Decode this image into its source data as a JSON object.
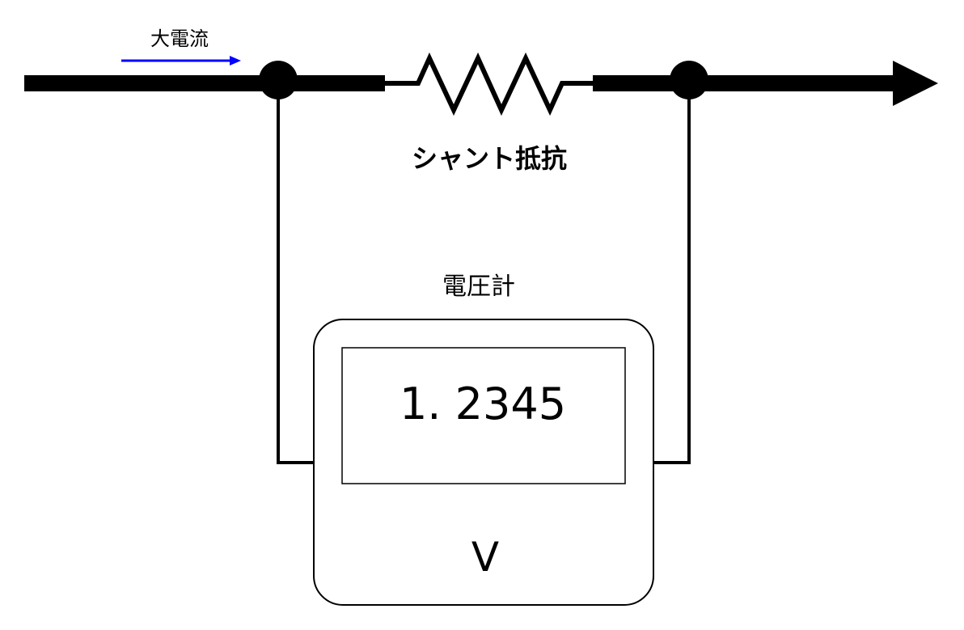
{
  "labels": {
    "current": "大電流",
    "shunt": "シャント抵抗",
    "voltmeter": "電圧計"
  },
  "meter": {
    "reading": "1. 2345",
    "unit": "V"
  },
  "colors": {
    "current_arrow": "#0000ff",
    "wire": "#000000"
  }
}
